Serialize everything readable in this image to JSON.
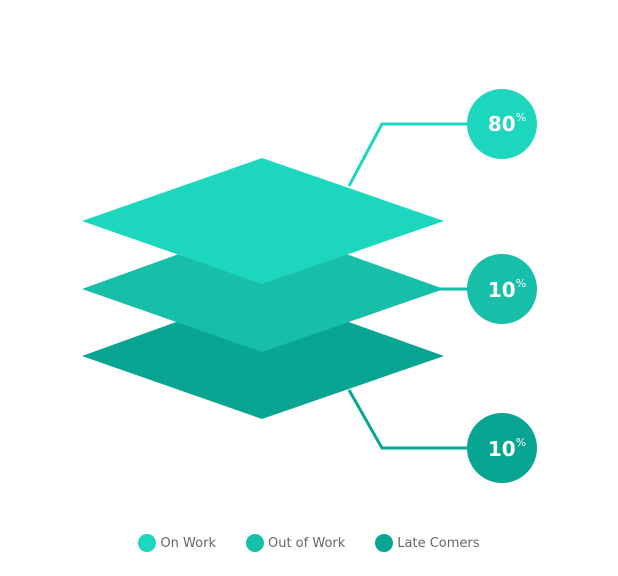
{
  "chart_data": {
    "type": "stacked-layers",
    "series": [
      {
        "name": "On Work",
        "value": 80,
        "unit": "%",
        "color": "#1DD6BE"
      },
      {
        "name": "Out of Work",
        "value": 10,
        "unit": "%",
        "color": "#17BFA9"
      },
      {
        "name": "Late Comers",
        "value": 10,
        "unit": "%",
        "color": "#08A592"
      }
    ],
    "legend_position": "bottom-center"
  }
}
